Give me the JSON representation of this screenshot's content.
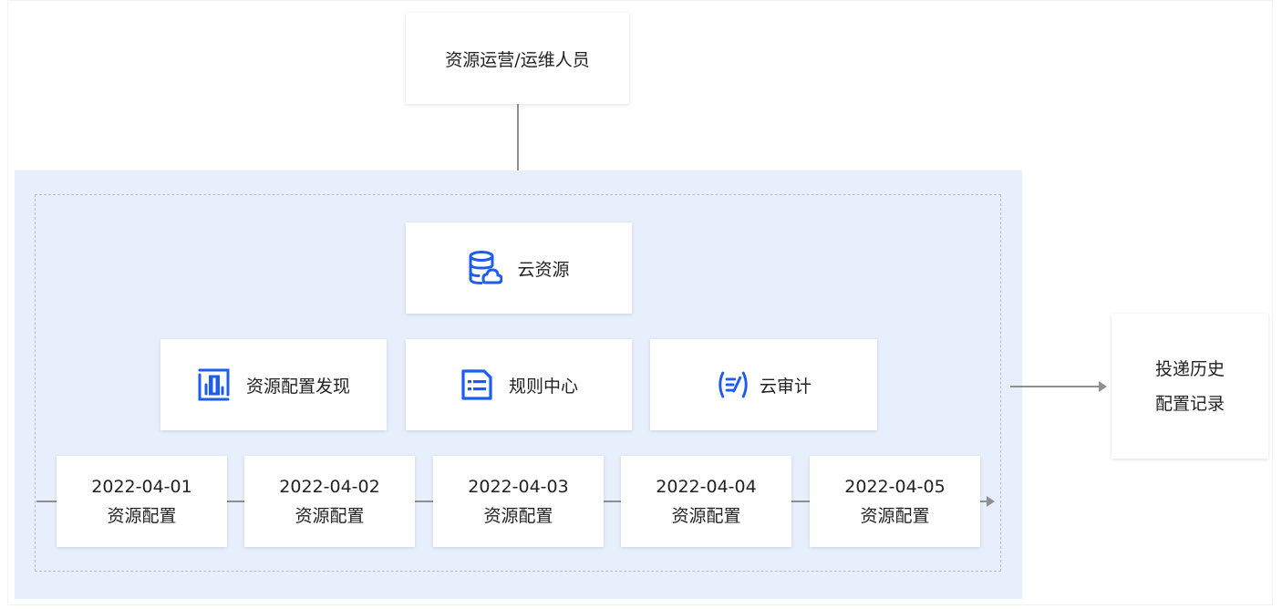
{
  "top_node": {
    "label": "资源运营/运维人员"
  },
  "cloud_resource": {
    "label": "云资源",
    "icon": "database-cloud-icon"
  },
  "services": [
    {
      "label": "资源配置发现",
      "icon": "bar-chart-frame-icon"
    },
    {
      "label": "规则中心",
      "icon": "list-document-icon"
    },
    {
      "label": "云审计",
      "icon": "audit-brackets-icon"
    }
  ],
  "snapshots": [
    {
      "date": "2022-04-01",
      "label": "资源配置"
    },
    {
      "date": "2022-04-02",
      "label": "资源配置"
    },
    {
      "date": "2022-04-03",
      "label": "资源配置"
    },
    {
      "date": "2022-04-04",
      "label": "资源配置"
    },
    {
      "date": "2022-04-05",
      "label": "资源配置"
    }
  ],
  "output_node": {
    "line1": "投递历史",
    "line2": "配置记录"
  },
  "colors": {
    "accent": "#1c5cf0",
    "region": "#e7effd",
    "connector": "#8f8f8f"
  }
}
